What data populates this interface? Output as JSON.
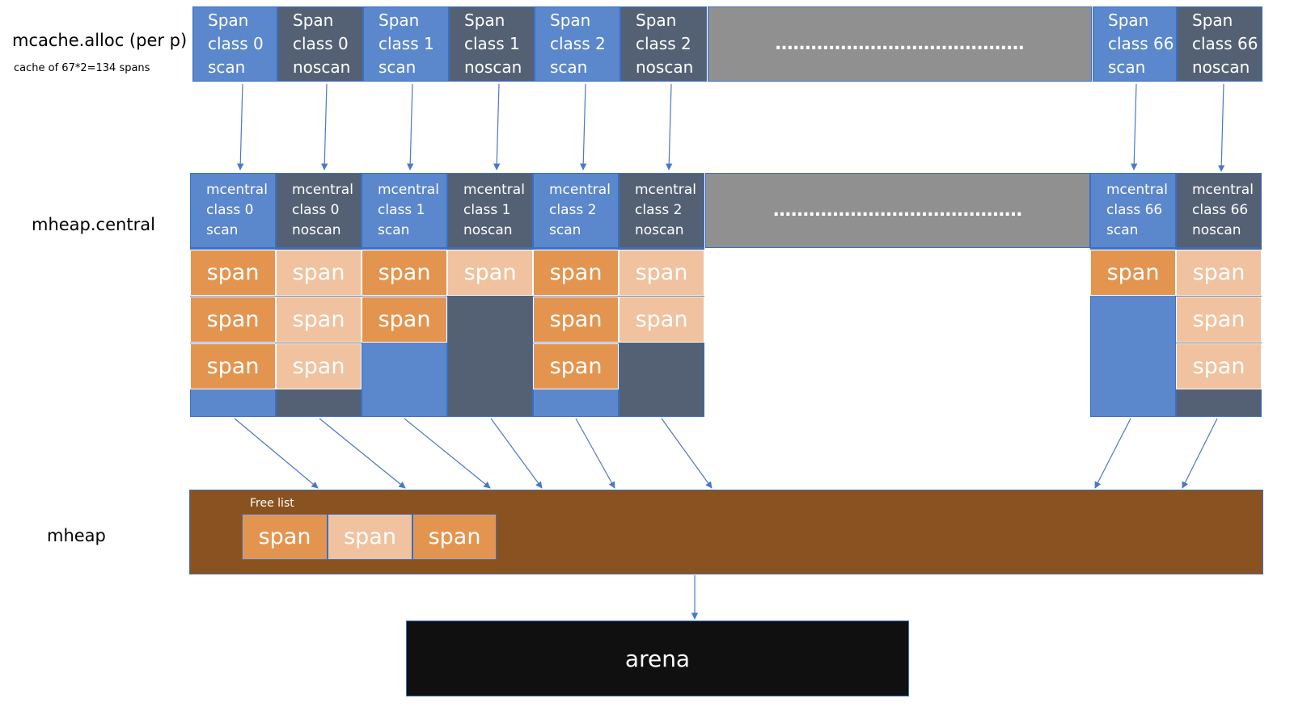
{
  "labels": {
    "mcache_title": "mcache.alloc (per p)",
    "mcache_sub": "cache of 67*2=134 spans",
    "central_title": "mheap.central",
    "mheap_title": "mheap",
    "free_list": "Free list",
    "arena": "arena",
    "dots": "……………………………………"
  },
  "mcache_cells": [
    {
      "l1": "Span",
      "l2": "class 0",
      "l3": "scan",
      "kind": "scan"
    },
    {
      "l1": "Span",
      "l2": "class 0",
      "l3": "noscan",
      "kind": "noscan"
    },
    {
      "l1": "Span",
      "l2": "class 1",
      "l3": "scan",
      "kind": "scan"
    },
    {
      "l1": "Span",
      "l2": "class 1",
      "l3": "noscan",
      "kind": "noscan"
    },
    {
      "l1": "Span",
      "l2": "class 2",
      "l3": "scan",
      "kind": "scan"
    },
    {
      "l1": "Span",
      "l2": "class 2",
      "l3": "noscan",
      "kind": "noscan"
    },
    {
      "l1": "Span",
      "l2": "class 66",
      "l3": "scan",
      "kind": "scan"
    },
    {
      "l1": "Span",
      "l2": "class 66",
      "l3": "noscan",
      "kind": "noscan"
    }
  ],
  "central_cells": [
    {
      "l1": "mcentral",
      "l2": "class 0",
      "l3": "scan",
      "kind": "scan"
    },
    {
      "l1": "mcentral",
      "l2": "class 0",
      "l3": "noscan",
      "kind": "noscan"
    },
    {
      "l1": "mcentral",
      "l2": "class 1",
      "l3": "scan",
      "kind": "scan"
    },
    {
      "l1": "mcentral",
      "l2": "class 1",
      "l3": "noscan",
      "kind": "noscan"
    },
    {
      "l1": "mcentral",
      "l2": "class 2",
      "l3": "scan",
      "kind": "scan"
    },
    {
      "l1": "mcentral",
      "l2": "class 2",
      "l3": "noscan",
      "kind": "noscan"
    },
    {
      "l1": "mcentral",
      "l2": "class 66",
      "l3": "scan",
      "kind": "scan"
    },
    {
      "l1": "mcentral",
      "l2": "class 66",
      "l3": "noscan",
      "kind": "noscan"
    }
  ],
  "span_label": "span",
  "central_span_counts": [
    3,
    3,
    2,
    1,
    3,
    2,
    1,
    3
  ],
  "free_list_spans": [
    "dark",
    "light",
    "dark"
  ],
  "colors": {
    "scan": "#5b87cc",
    "noscan": "#546174",
    "gray_block": "#909090",
    "span_dark": "#e39550",
    "span_light": "#f0c29f",
    "mheap": "#8a5220",
    "arena": "#101010",
    "arrow": "#4a78c8"
  }
}
